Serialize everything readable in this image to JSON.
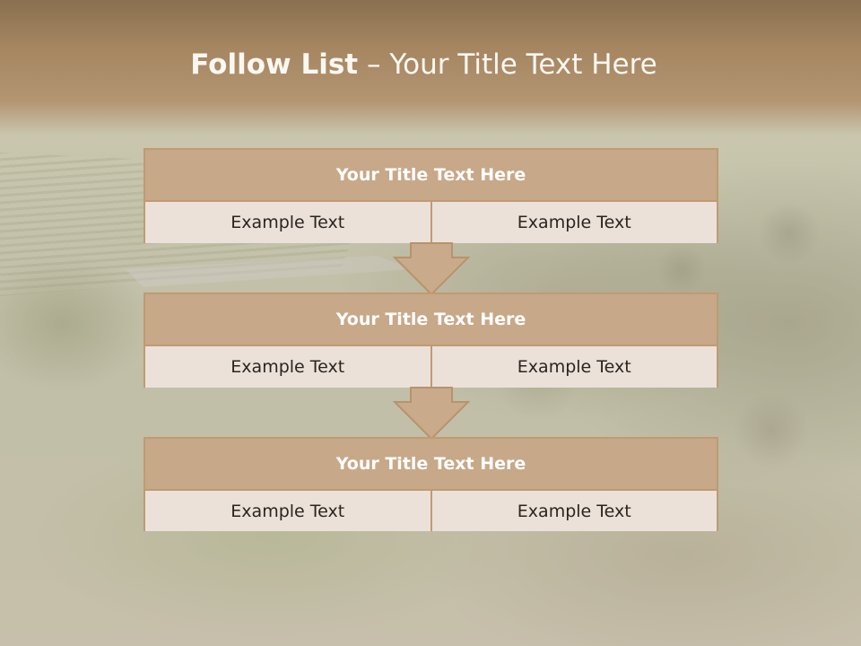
{
  "slide": {
    "title_bold": "Follow List",
    "title_rest": " – Your Title Text Here"
  },
  "blocks": [
    {
      "title": "Your Title Text Here",
      "left_text": "Example Text",
      "right_text": "Example Text"
    },
    {
      "title": "Your Title Text Here",
      "left_text": "Example Text",
      "right_text": "Example Text"
    },
    {
      "title": "Your Title Text Here",
      "left_text": "Example Text",
      "right_text": "Example Text"
    }
  ],
  "colors": {
    "header_band": "#a58661",
    "block_title_fill": "#c7a888",
    "block_cell_fill": "#ebe1d9",
    "block_border": "#c09a72",
    "arrow_fill": "#c9ab8c"
  }
}
